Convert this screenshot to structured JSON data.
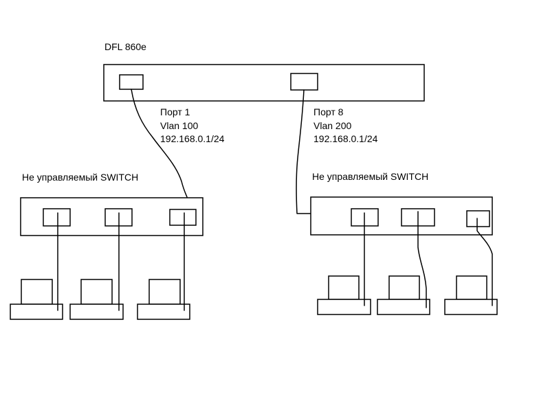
{
  "firewall": {
    "title": "DFL 860e",
    "port_left": {
      "name": "Порт 1",
      "vlan": "Vlan 100",
      "ip": "192.168.0.1/24"
    },
    "port_right": {
      "name": "Порт 8",
      "vlan": "Vlan 200",
      "ip": "192.168.0.1/24"
    }
  },
  "switch_left": {
    "label": "Не управляемый SWITCH"
  },
  "switch_right": {
    "label": "Не управляемый SWITCH"
  },
  "colors": {
    "stroke": "#000000",
    "background": "#ffffff"
  }
}
